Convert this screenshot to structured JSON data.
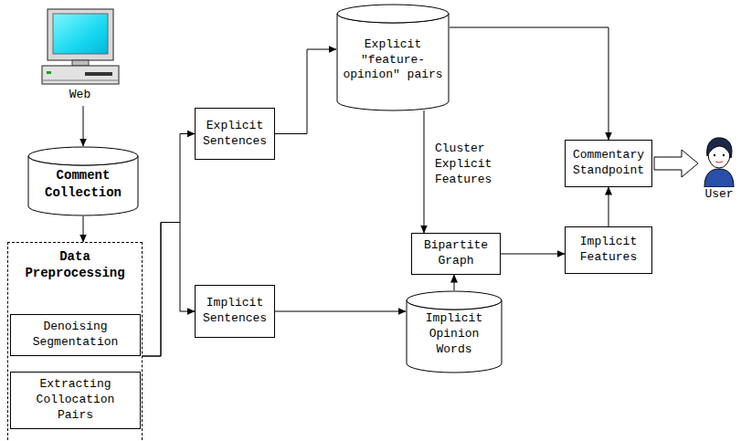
{
  "diagram": {
    "nodes": [
      {
        "text": [
          "Web"
        ]
      },
      {
        "text": [
          "Comment Collection"
        ]
      },
      {
        "text": [
          "Data Preprocessing"
        ]
      },
      {
        "text": [
          "Denoising Segmentation"
        ],
        "in": 2
      },
      {
        "text": [
          "Extracting Collocation Pairs"
        ],
        "in": 2
      },
      {
        "text": [
          "Explicit Sentences"
        ]
      },
      {
        "text": [
          "Implicit Sentences"
        ]
      },
      {
        "text": [
          "Explicit \"feature-opinion\" pairs"
        ]
      },
      {
        "text": [
          "Implicit Opinion Words"
        ]
      },
      {
        "text": [
          "Bipartite Graph"
        ]
      },
      {
        "text": [
          "Implicit Features"
        ]
      },
      {
        "text": [
          "Commentary Standpoint"
        ]
      },
      {
        "text": [
          "User"
        ]
      }
    ],
    "edges": [
      {
        "from": 0,
        "to": 1,
        "arrow": "to"
      },
      {
        "from": 1,
        "to": 2,
        "arrow": "to"
      },
      {
        "from": 2,
        "to": 5,
        "arrow": "to"
      },
      {
        "from": 2,
        "to": 6,
        "arrow": "to"
      },
      {
        "from": 5,
        "to": 7,
        "arrow": "to"
      },
      {
        "from": 6,
        "to": 8,
        "arrow": "to"
      },
      {
        "from": 7,
        "to": 11,
        "arrow": "to"
      },
      {
        "from": 7,
        "to": 9,
        "label": "Cluster Explicit Features",
        "arrow": "to"
      },
      {
        "from": 8,
        "to": 9,
        "arrow": "to"
      },
      {
        "from": 9,
        "to": 10,
        "arrow": "to"
      },
      {
        "from": 10,
        "to": 11,
        "arrow": "to"
      },
      {
        "from": 11,
        "to": 12,
        "arrow": "to"
      }
    ]
  }
}
